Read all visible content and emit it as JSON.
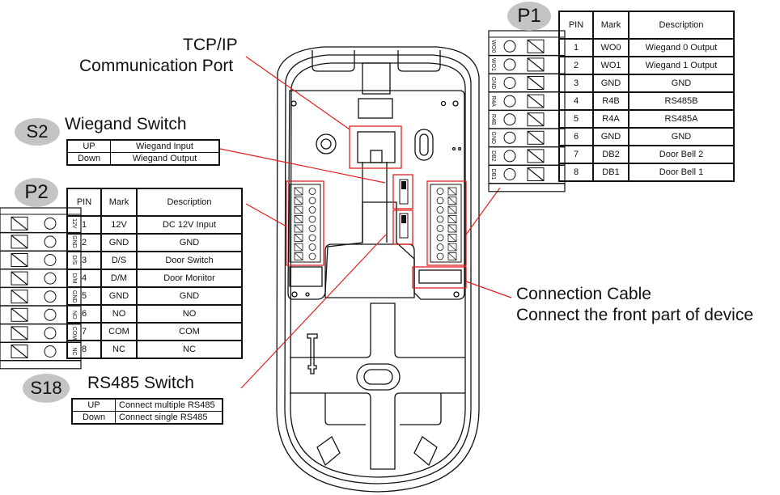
{
  "callouts": {
    "tcpip": {
      "line1": "TCP/IP",
      "line2": "Communication Port"
    },
    "connection_cable": {
      "line1": "Connection Cable",
      "line2": "Connect  the front part of device"
    }
  },
  "s2": {
    "badge": "S2",
    "title": "Wiegand Switch",
    "rows": [
      {
        "position": "UP",
        "function": "Wiegand Input"
      },
      {
        "position": "Down",
        "function": "Wiegand Output"
      }
    ]
  },
  "s18": {
    "badge": "S18",
    "title": "RS485 Switch",
    "rows": [
      {
        "position": "UP",
        "function": "Connect multiple RS485"
      },
      {
        "position": "Down",
        "function": "Connect single RS485"
      }
    ]
  },
  "p1": {
    "badge": "P1",
    "headers": {
      "pin": "PIN",
      "mark": "Mark",
      "desc": "Description"
    },
    "rows": [
      {
        "pin": "1",
        "mark": "WO0",
        "desc": "Wiegand 0 Output"
      },
      {
        "pin": "2",
        "mark": "WO1",
        "desc": "Wiegand 1 Output"
      },
      {
        "pin": "3",
        "mark": "GND",
        "desc": "GND"
      },
      {
        "pin": "4",
        "mark": "R4B",
        "desc": "RS485B"
      },
      {
        "pin": "5",
        "mark": "R4A",
        "desc": "RS485A"
      },
      {
        "pin": "6",
        "mark": "GND",
        "desc": "GND"
      },
      {
        "pin": "7",
        "mark": "DB2",
        "desc": "Door Bell 2"
      },
      {
        "pin": "8",
        "mark": "DB1",
        "desc": "Door Bell 1"
      }
    ],
    "terminal_labels": [
      "WO0",
      "WO1",
      "GND",
      "R4A",
      "R4B",
      "GND",
      "DB2",
      "DB1"
    ]
  },
  "p2": {
    "badge": "P2",
    "headers": {
      "pin": "PIN",
      "mark": "Mark",
      "desc": "Description"
    },
    "rows": [
      {
        "pin": "1",
        "mark": "12V",
        "desc": "DC 12V Input"
      },
      {
        "pin": "2",
        "mark": "GND",
        "desc": "GND"
      },
      {
        "pin": "3",
        "mark": "D/S",
        "desc": "Door Switch"
      },
      {
        "pin": "4",
        "mark": "D/M",
        "desc": "Door Monitor"
      },
      {
        "pin": "5",
        "mark": "GND",
        "desc": "GND"
      },
      {
        "pin": "6",
        "mark": "NO",
        "desc": "NO"
      },
      {
        "pin": "7",
        "mark": "COM",
        "desc": "COM"
      },
      {
        "pin": "8",
        "mark": "NC",
        "desc": "NC"
      }
    ],
    "terminal_labels": [
      "12V",
      "GND",
      "D/S",
      "D/M",
      "GND",
      "NO",
      "COM",
      "NC"
    ]
  },
  "colors": {
    "highlight": "#e02020",
    "badge": "#c4c4c4",
    "line": "#111111"
  }
}
